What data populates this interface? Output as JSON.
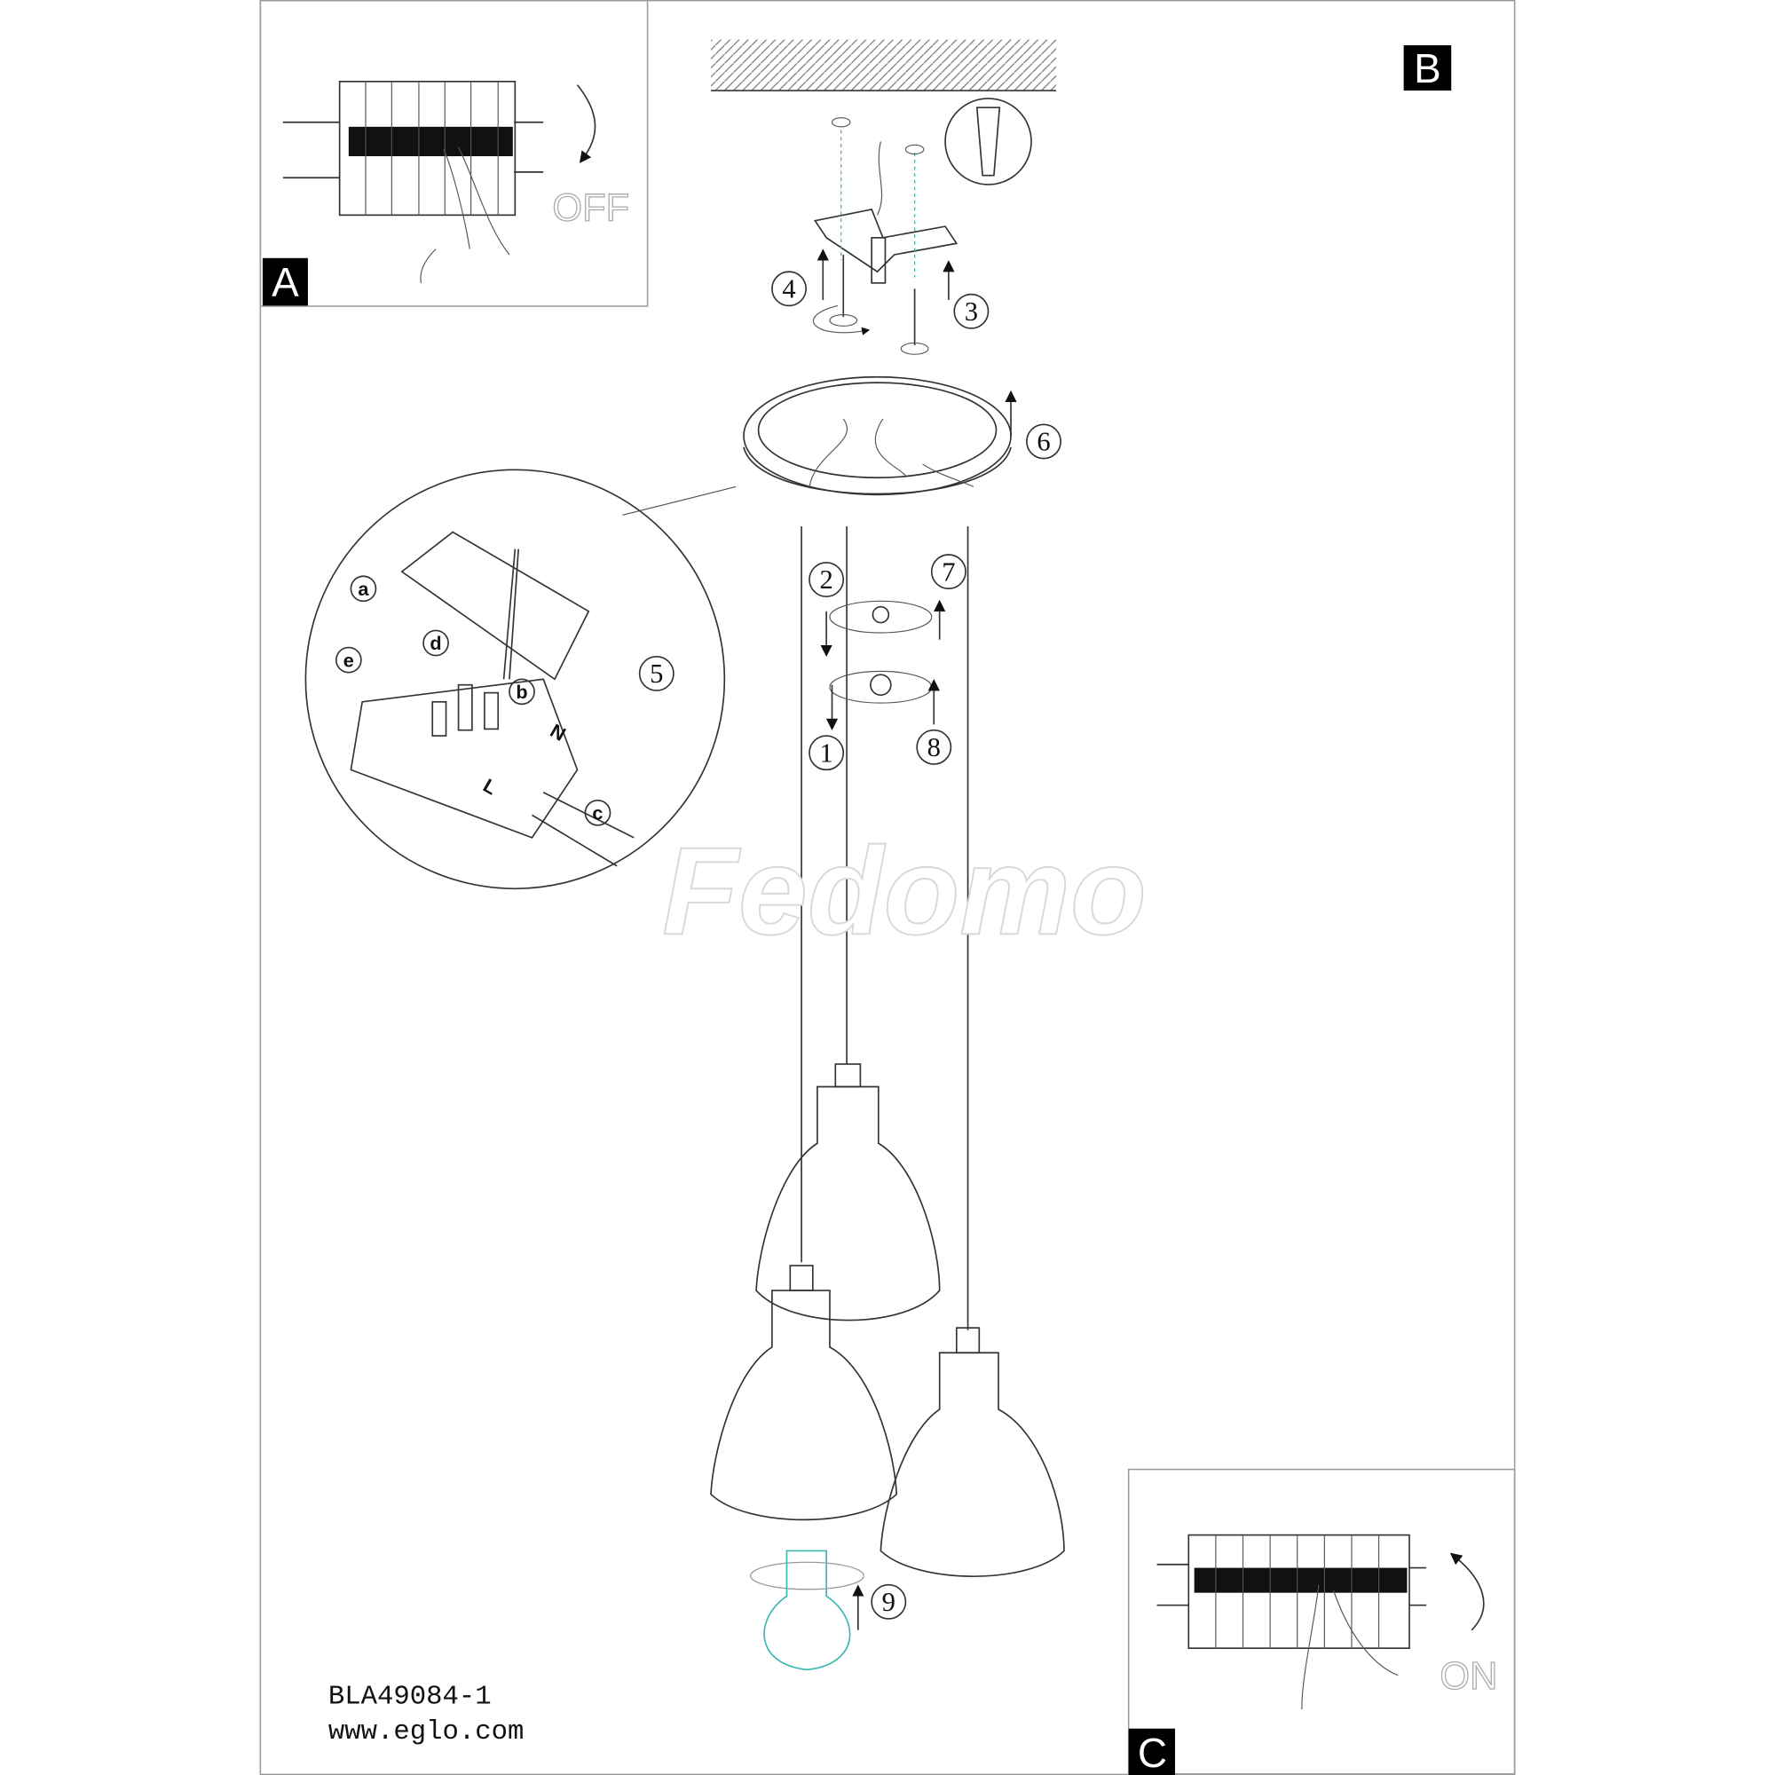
{
  "panels": {
    "a_label": "A",
    "b_label": "B",
    "c_label": "C"
  },
  "switch_states": {
    "off": "OFF",
    "on": "ON"
  },
  "steps": [
    "1",
    "2",
    "3",
    "4",
    "5",
    "6",
    "7",
    "8",
    "9"
  ],
  "sub_steps": [
    "a",
    "b",
    "c",
    "d",
    "e"
  ],
  "terminal_marks": {
    "neutral": "N",
    "live": "L"
  },
  "watermark": "Fedomo",
  "footer": {
    "model": "BLA49084-1",
    "website": "www.eglo.com"
  },
  "colors": {
    "line": "#333333",
    "bulb": "#3bb7b0",
    "frame": "#9a9a9a"
  }
}
